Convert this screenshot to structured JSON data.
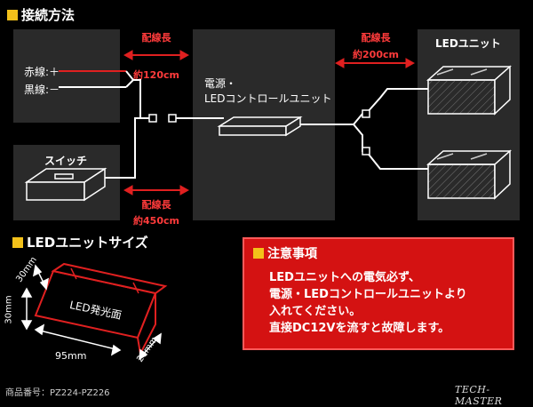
{
  "connection": {
    "title": "接続方法",
    "red_wire": "赤線:＋",
    "black_wire": "黒線:－",
    "switch_label": "スイッチ",
    "power_label_1": "電源・",
    "power_label_2": "LEDコントロールユニット",
    "led_unit_label": "LEDユニット",
    "len1_title": "配線長",
    "len1_value": "約120cm",
    "len2_title": "配線長",
    "len2_value": "約200cm",
    "len3_title": "配線長",
    "len3_value": "約450cm"
  },
  "size": {
    "title": "LEDユニットサイズ",
    "face_label": "LED発光面",
    "dim_top": "30mm",
    "dim_side": "30mm",
    "dim_width": "95mm",
    "dim_depth": "20mm"
  },
  "notice": {
    "title": "注意事項",
    "lines": [
      "LEDユニットへの電気必ず、",
      "電源・LEDコントロールユニットより",
      "入れてください。",
      "直接DC12Vを流すと故障します。"
    ]
  },
  "footer": {
    "product_number": "商品番号：PZ224-PZ226",
    "brand": "TECH-MASTER"
  },
  "colors": {
    "accent_yellow": "#f3c11a",
    "arrow_red": "#e02020",
    "notice_red": "#d41212",
    "panel_gray": "#2a2a2a"
  }
}
